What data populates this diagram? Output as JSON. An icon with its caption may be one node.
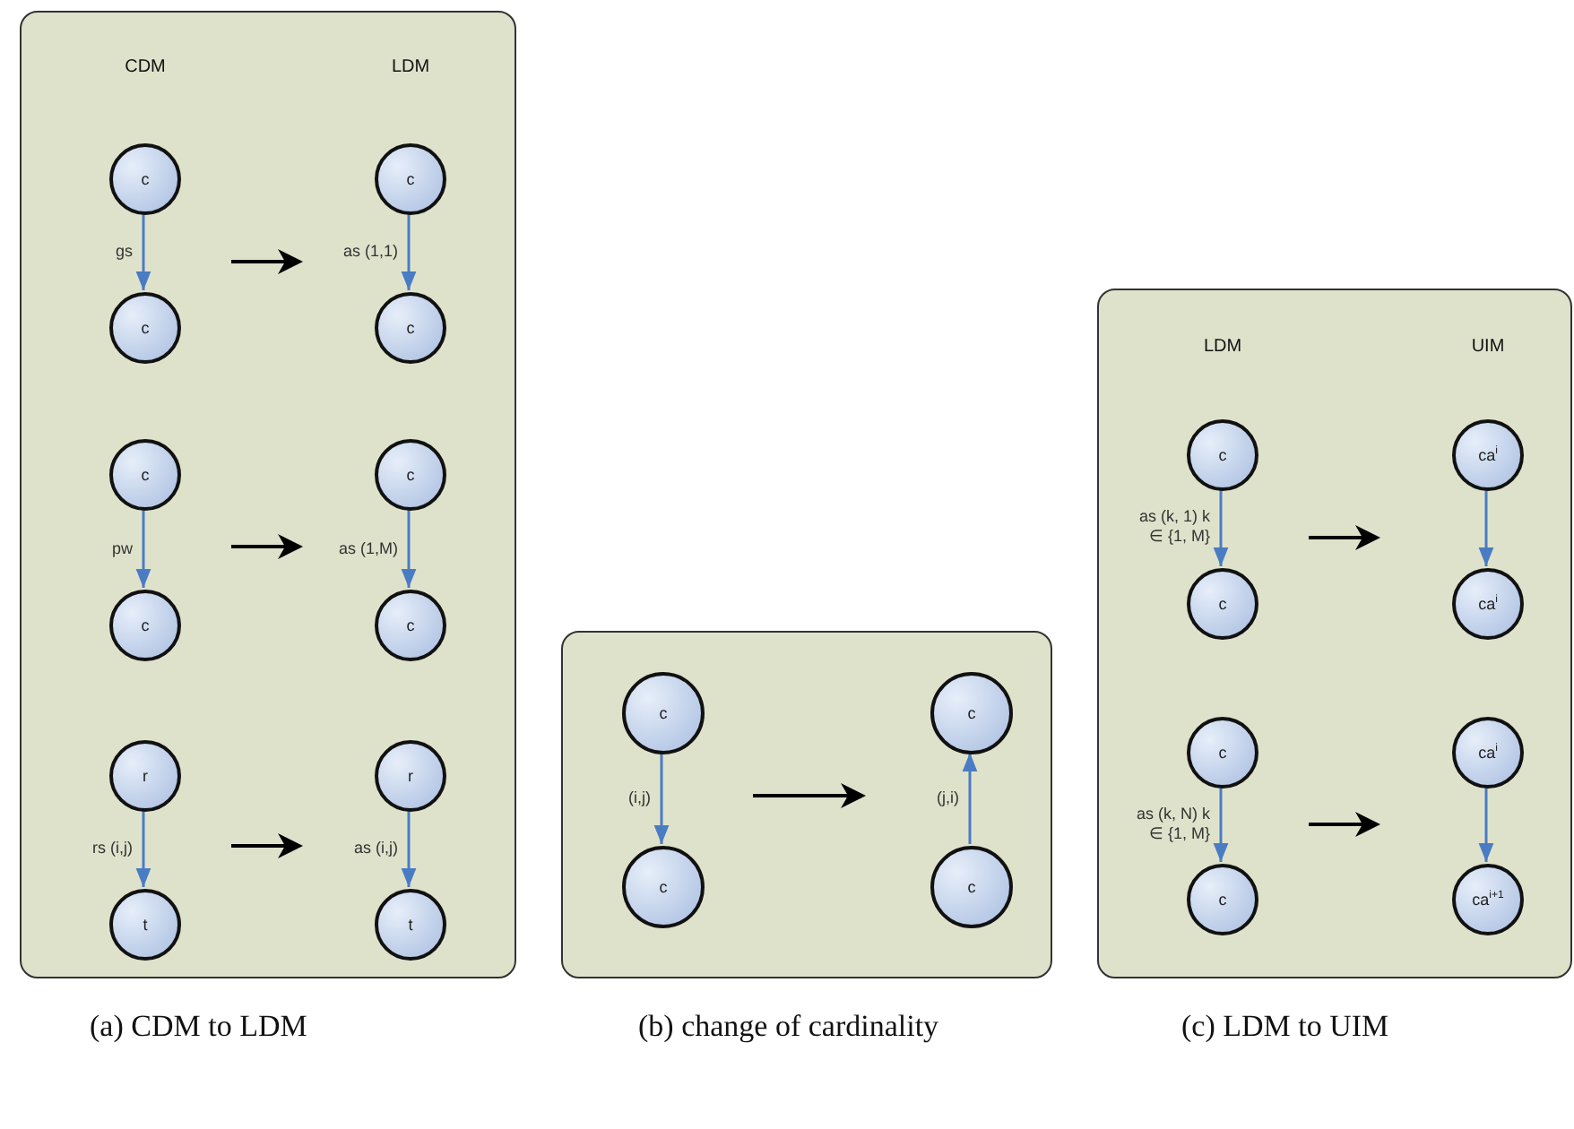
{
  "diagram": {
    "nodes": [
      {
        "text": [
          "CDM",
          "LDM"
        ],
        "beside": [
          "(a) CDM to LDM"
        ]
      },
      {
        "text": [
          "c"
        ],
        "in": 0
      },
      {
        "text": [
          "c"
        ],
        "in": 0
      },
      {
        "text": [
          "c"
        ],
        "in": 0
      },
      {
        "text": [
          "c"
        ],
        "in": 0
      },
      {
        "text": [
          "c"
        ],
        "in": 0
      },
      {
        "text": [
          "c"
        ],
        "in": 0
      },
      {
        "text": [
          "c"
        ],
        "in": 0
      },
      {
        "text": [
          "c"
        ],
        "in": 0
      },
      {
        "text": [
          "r"
        ],
        "in": 0
      },
      {
        "text": [
          "t"
        ],
        "in": 0
      },
      {
        "text": [
          "r"
        ],
        "in": 0
      },
      {
        "text": [
          "t"
        ],
        "in": 0
      },
      {
        "text": [],
        "shape": "box",
        "beside": [
          "(b) change of cardinality"
        ]
      },
      {
        "text": [
          "c"
        ],
        "in": 13
      },
      {
        "text": [
          "c"
        ],
        "in": 13
      },
      {
        "text": [
          "c"
        ],
        "in": 13
      },
      {
        "text": [
          "c"
        ],
        "in": 13
      },
      {
        "text": [
          "LDM",
          "UIM"
        ],
        "beside": [
          "(c) LDM to UIM"
        ]
      },
      {
        "text": [
          "c"
        ],
        "in": 18
      },
      {
        "text": [
          "c"
        ],
        "in": 18
      },
      {
        "text": [
          "ca$^{i}$"
        ],
        "in": 18
      },
      {
        "text": [
          "ca$^{i}$"
        ],
        "in": 18
      },
      {
        "text": [
          "c"
        ],
        "in": 18
      },
      {
        "text": [
          "c"
        ],
        "in": 18
      },
      {
        "text": [
          "ca$^{i}$"
        ],
        "in": 18
      },
      {
        "text": [
          "ca$^{i+1}$"
        ],
        "in": 18
      }
    ],
    "edges": [
      {
        "from": 1,
        "to": 2,
        "arrow": "to",
        "label": "gs"
      },
      {
        "from": 3,
        "to": 4,
        "arrow": "to",
        "label": "as (1,1)"
      },
      {
        "from": 5,
        "to": 6,
        "arrow": "to",
        "label": "pw"
      },
      {
        "from": 7,
        "to": 8,
        "arrow": "to",
        "label": "as (1,M)"
      },
      {
        "from": 9,
        "to": 10,
        "arrow": "to",
        "label": "rs (i,j)"
      },
      {
        "from": 11,
        "to": 12,
        "arrow": "to",
        "label": "as (i,j)"
      },
      {
        "from": 14,
        "to": 15,
        "arrow": "to",
        "label": "(i,j)"
      },
      {
        "from": 17,
        "to": 16,
        "arrow": "to",
        "label": "(j,i)"
      },
      {
        "from": 19,
        "to": 20,
        "arrow": "to",
        "label": "as (k, 1) k ∈ {1, M}"
      },
      {
        "from": 21,
        "to": 22,
        "arrow": "to"
      },
      {
        "from": 23,
        "to": 24,
        "arrow": "to",
        "label": "as (k, N) k ∈ {1, M}"
      },
      {
        "from": 25,
        "to": 26,
        "arrow": "to"
      }
    ]
  }
}
